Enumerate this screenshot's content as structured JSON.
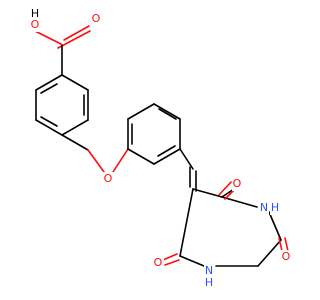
{
  "colors": {
    "bond": "#000000",
    "oxygen": "#ff0d0d",
    "nitrogen": "#3050f8",
    "background": "#ffffff"
  },
  "atoms": {
    "hydroxyl": "O",
    "hydroxyl_h": "H",
    "carbonyl_acid": "O",
    "ether": "O",
    "c4_oxo": "O",
    "c2_oxo": "O",
    "c6_oxo": "O",
    "n3": "N",
    "n3_h": "H",
    "n1": "N",
    "n1_h": "H"
  }
}
